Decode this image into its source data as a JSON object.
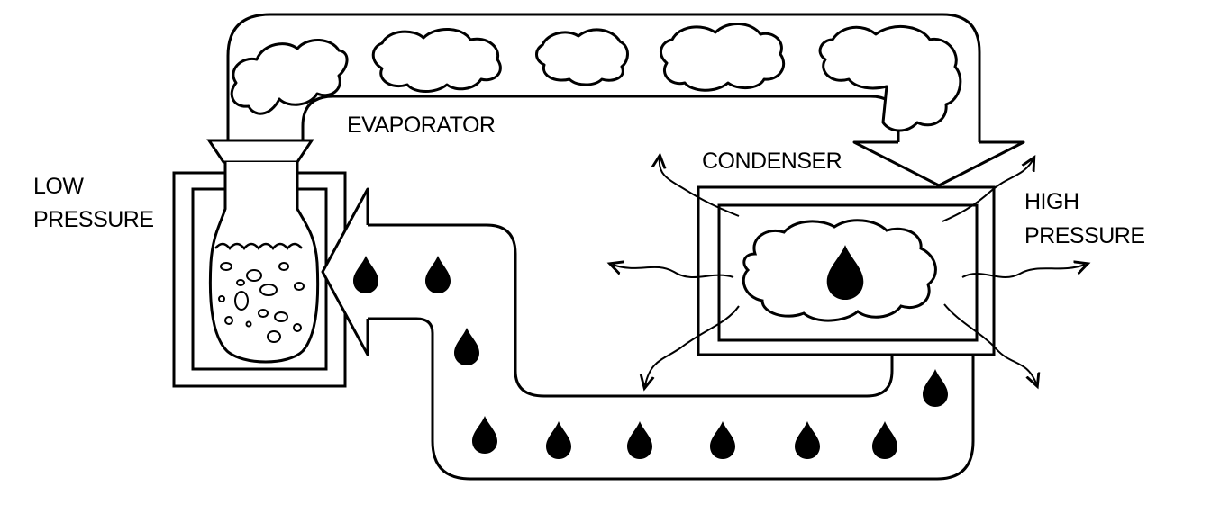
{
  "labels": {
    "evaporator": "EVAPORATOR",
    "condenser": "CONDENSER",
    "low_pressure": [
      "LOW",
      "PRESSURE"
    ],
    "high_pressure": [
      "HIGH",
      "PRESSURE"
    ]
  },
  "colors": {
    "ink": "#000000",
    "paper": "#ffffff"
  }
}
